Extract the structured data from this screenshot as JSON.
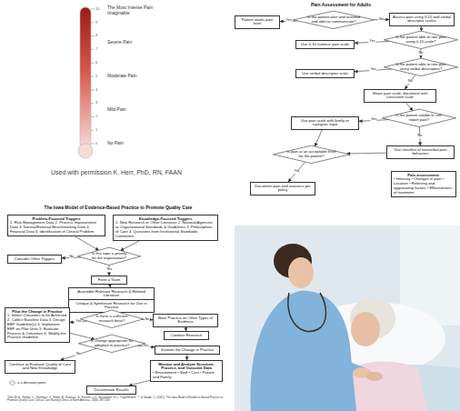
{
  "diagram": {
    "caption": "Used with permission K. Herr, PhD, RN, FAAN",
    "nodes": [
      {
        "text": [
          "Is the patient alert and oriented and able to communicate?"
        ]
      },
      {
        "text": [
          "Patient states pain level"
        ]
      },
      {
        "text": [
          "Assess pain using 0-10 and verbal descriptor scales"
        ]
      },
      {
        "text": [
          "Is the patient able to rate pain using 0-10 scale?"
        ]
      },
      {
        "text": [
          "Use 0-10 numeric pain scale"
        ]
      },
      {
        "text": [
          "Is the patient able to rate pain using verbal descriptors?"
        ]
      },
      {
        "text": [
          "Use verbal descriptor scale"
        ]
      },
      {
        "text": [
          "Share pain scale; document with consistent scale"
        ]
      },
      {
        "text": [
          "Is the patient unable to self-report pain?"
        ]
      },
      {
        "text": [
          "Use pain scale with family or caregiver input"
        ]
      },
      {
        "text": [
          "Use checklist of nonverbal pain behaviors"
        ]
      },
      {
        "text": [
          "Is pain at an acceptable level for the patient?"
        ]
      },
      {
        "text": [
          "Document pain and reassess per policy"
        ]
      },
      {
        "text": [
          "Pain assessment:",
          "• Intensity • Changes in pain • Location • Relieving and aggravating factors • Effectiveness of treatment"
        ]
      },
      {
        "text": [
          "Problem-Focused Triggers",
          "1. Risk Management Data 2. Process Improvement Data 3. Internal/External Benchmarking Data 4. Financial Data 5. Identification of Clinical Problem"
        ]
      },
      {
        "text": [
          "Knowledge-Focused Triggers",
          "1. New Research or Other Literature 2. National Agencies or Organizational Standards & Guidelines 3. Philosophies of Care 4. Questions from Institutional Standards Committee"
        ]
      },
      {
        "text": [
          "Is this topic a priority for the organization?"
        ]
      },
      {
        "text": [
          "Consider Other Triggers"
        ]
      },
      {
        "text": [
          "Form a Team"
        ]
      },
      {
        "text": [
          "Assemble Relevant Research & Related Literature"
        ]
      },
      {
        "text": [
          "Critique & Synthesize Research for Use in Practice"
        ]
      },
      {
        "text": [
          "Is there a sufficient research base?"
        ]
      },
      {
        "text": [
          "Pilot the Change in Practice",
          "1. Select Outcomes to be Achieved 2. Collect Baseline Data 3. Design EBP Guideline(s) 4. Implement EBP on Pilot Units 5. Evaluate Process & Outcomes 6. Modify the Practice Guideline"
        ]
      },
      {
        "text": [
          "Base Practice on Other Types of Evidence"
        ]
      },
      {
        "text": [
          "Conduct Research"
        ]
      },
      {
        "text": [
          "Is change appropriate for adoption in practice?"
        ]
      },
      {
        "text": [
          "Institute the Change in Practice"
        ]
      },
      {
        "text": [
          "Continue to Evaluate Quality of Care and New Knowledge"
        ]
      },
      {
        "text": [
          "Monitor and Analyze Structure, Process, and Outcome Data",
          "• Environment • Staff • Cost • Patient and Family"
        ]
      },
      {
        "text": [
          "Disseminate Results"
        ]
      }
    ],
    "edges": [
      {
        "from": 0,
        "to": 1,
        "arrow": "to",
        "label": "Yes"
      },
      {
        "from": 0,
        "to": 2,
        "arrow": "to",
        "label": "No"
      },
      {
        "from": 2,
        "to": 3,
        "arrow": "to"
      },
      {
        "from": 3,
        "to": 4,
        "arrow": "to",
        "label": "Yes"
      },
      {
        "from": 3,
        "to": 5,
        "arrow": "to",
        "label": "No"
      },
      {
        "from": 5,
        "to": 6,
        "arrow": "to",
        "label": "Yes"
      },
      {
        "from": 5,
        "to": 7,
        "arrow": "to",
        "label": "No"
      },
      {
        "from": 7,
        "to": 8,
        "arrow": "to"
      },
      {
        "from": 8,
        "to": 9,
        "arrow": "to",
        "label": "Yes"
      },
      {
        "from": 8,
        "to": 10,
        "arrow": "to",
        "label": "No"
      },
      {
        "from": 9,
        "to": 11,
        "arrow": "to"
      },
      {
        "from": 10,
        "to": 11,
        "arrow": "to"
      },
      {
        "from": 11,
        "to": 12,
        "arrow": "to",
        "label": "Yes"
      },
      {
        "from": 14,
        "to": 16,
        "arrow": "to"
      },
      {
        "from": 15,
        "to": 16,
        "arrow": "to"
      },
      {
        "from": 16,
        "to": 17,
        "arrow": "to",
        "label": "No"
      },
      {
        "from": 16,
        "to": 18,
        "arrow": "to",
        "label": "Yes"
      },
      {
        "from": 18,
        "to": 19,
        "arrow": "to"
      },
      {
        "from": 19,
        "to": 20,
        "arrow": "to"
      },
      {
        "from": 20,
        "to": 21,
        "arrow": "to"
      },
      {
        "from": 21,
        "to": 22,
        "arrow": "to",
        "label": "Yes"
      },
      {
        "from": 21,
        "to": 23,
        "arrow": "to",
        "label": "No"
      },
      {
        "from": 23,
        "to": 24,
        "arrow": "to"
      },
      {
        "from": 22,
        "to": 25,
        "arrow": "to"
      },
      {
        "from": 25,
        "to": 26,
        "arrow": "to",
        "label": "Yes"
      },
      {
        "from": 25,
        "to": 27,
        "arrow": "to",
        "label": "No"
      },
      {
        "from": 26,
        "to": 28,
        "arrow": "to"
      },
      {
        "from": 28,
        "to": 29,
        "arrow": "to"
      }
    ],
    "labels": [
      "Pain Assessment for Adults",
      "The Iowa Model of Evidence-Based Practice to Promote Quality Care",
      "The Most Intense Pain Imaginable",
      "Severe Pain",
      "Moderate Pain",
      "Mild Pain",
      "No Pain",
      "10",
      "9",
      "8",
      "7",
      "6",
      "5",
      "4",
      "3",
      "2",
      "1",
      "0",
      "Titler, M.G., Kleiber, C., Steelman, V., Rakel, B., Budreau, G., Everett, L.Q., Buckwalter, K.C., Tripp-Reimer, T., & Goode, C. (2001). The Iowa Model of Evidence-Based Practice to Promote Quality Care. Critical Care Nursing Clinics of North America, 13(4), 497-509."
    ],
    "legend": [
      {
        "text": "= a decision point"
      }
    ]
  }
}
